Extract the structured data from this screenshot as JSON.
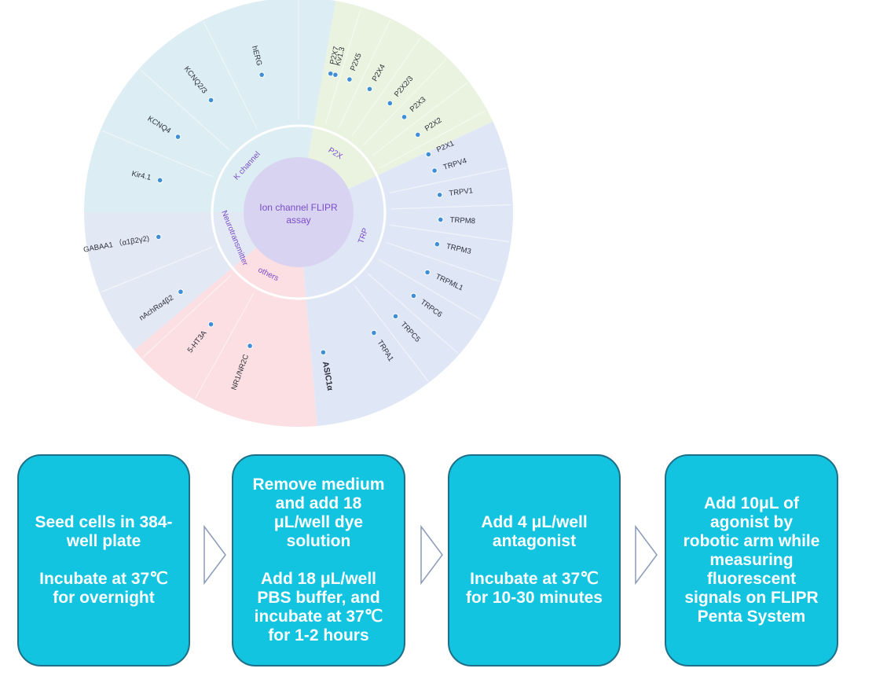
{
  "diagram": {
    "center_label": [
      "Ion channel FLIPR",
      "assay"
    ],
    "categories": [
      {
        "id": "k",
        "label": "K channel",
        "color": "#dcedf3"
      },
      {
        "id": "p2x",
        "label": "P2X",
        "color": "#e9f3df"
      },
      {
        "id": "trp",
        "label": "TRP",
        "color": "#dfe7f6"
      },
      {
        "id": "others",
        "label": "others",
        "color": "#fbdfe2"
      },
      {
        "id": "neuro",
        "label": "Neurotransmitter",
        "color": "#e3e9f4"
      }
    ],
    "targets": {
      "k": [
        "Kv1.3",
        "hERG",
        "KCNQ2/3",
        "KCNQ4",
        "Kir4.1"
      ],
      "p2x": [
        "P2X7",
        "P2X5",
        "P2X4",
        "P2X2/3",
        "P2X3",
        "P2X2",
        "P2X1"
      ],
      "trp": [
        "TRPV4",
        "TRPV1",
        "TRPM8",
        "TRPM3",
        "TRPML1",
        "TRPC6",
        "TRPC5",
        "TRPA1"
      ],
      "others": [
        "ASIC1α"
      ],
      "neuro": [
        "GABAA1 （α1β2γ2)",
        "nAchRα4β2",
        "5-HT3A",
        "NR1/NR2C"
      ]
    },
    "colors": {
      "center_fill": "#d9d3f2",
      "label_text": "#7a4cc8",
      "target_text": "#2c2f3a",
      "dot": "#3f8fd6"
    }
  },
  "workflow": {
    "box_color": "#12c4e0",
    "box_border": "#1f6f88",
    "arrow_stroke": "#8a9ab8",
    "steps": [
      {
        "name": "seed-cells",
        "lines": [
          "Seed cells in 384-",
          "well plate",
          "",
          "Incubate at 37℃",
          "for overnight"
        ]
      },
      {
        "name": "dye-loading",
        "lines": [
          "Remove medium",
          "and add 18",
          "μL/well dye",
          "solution",
          "",
          "Add 18 μL/well",
          "PBS buffer, and",
          "incubate at 37℃",
          "for 1-2 hours"
        ]
      },
      {
        "name": "antagonist",
        "lines": [
          "Add 4 μL/well",
          "antagonist",
          "",
          "Incubate at 37℃",
          "for 10-30 minutes"
        ]
      },
      {
        "name": "agonist",
        "lines": [
          "Add 10μL of",
          "agonist by",
          "robotic arm while",
          "measuring",
          "fluorescent",
          "signals on FLIPR",
          "Penta System"
        ]
      }
    ]
  }
}
